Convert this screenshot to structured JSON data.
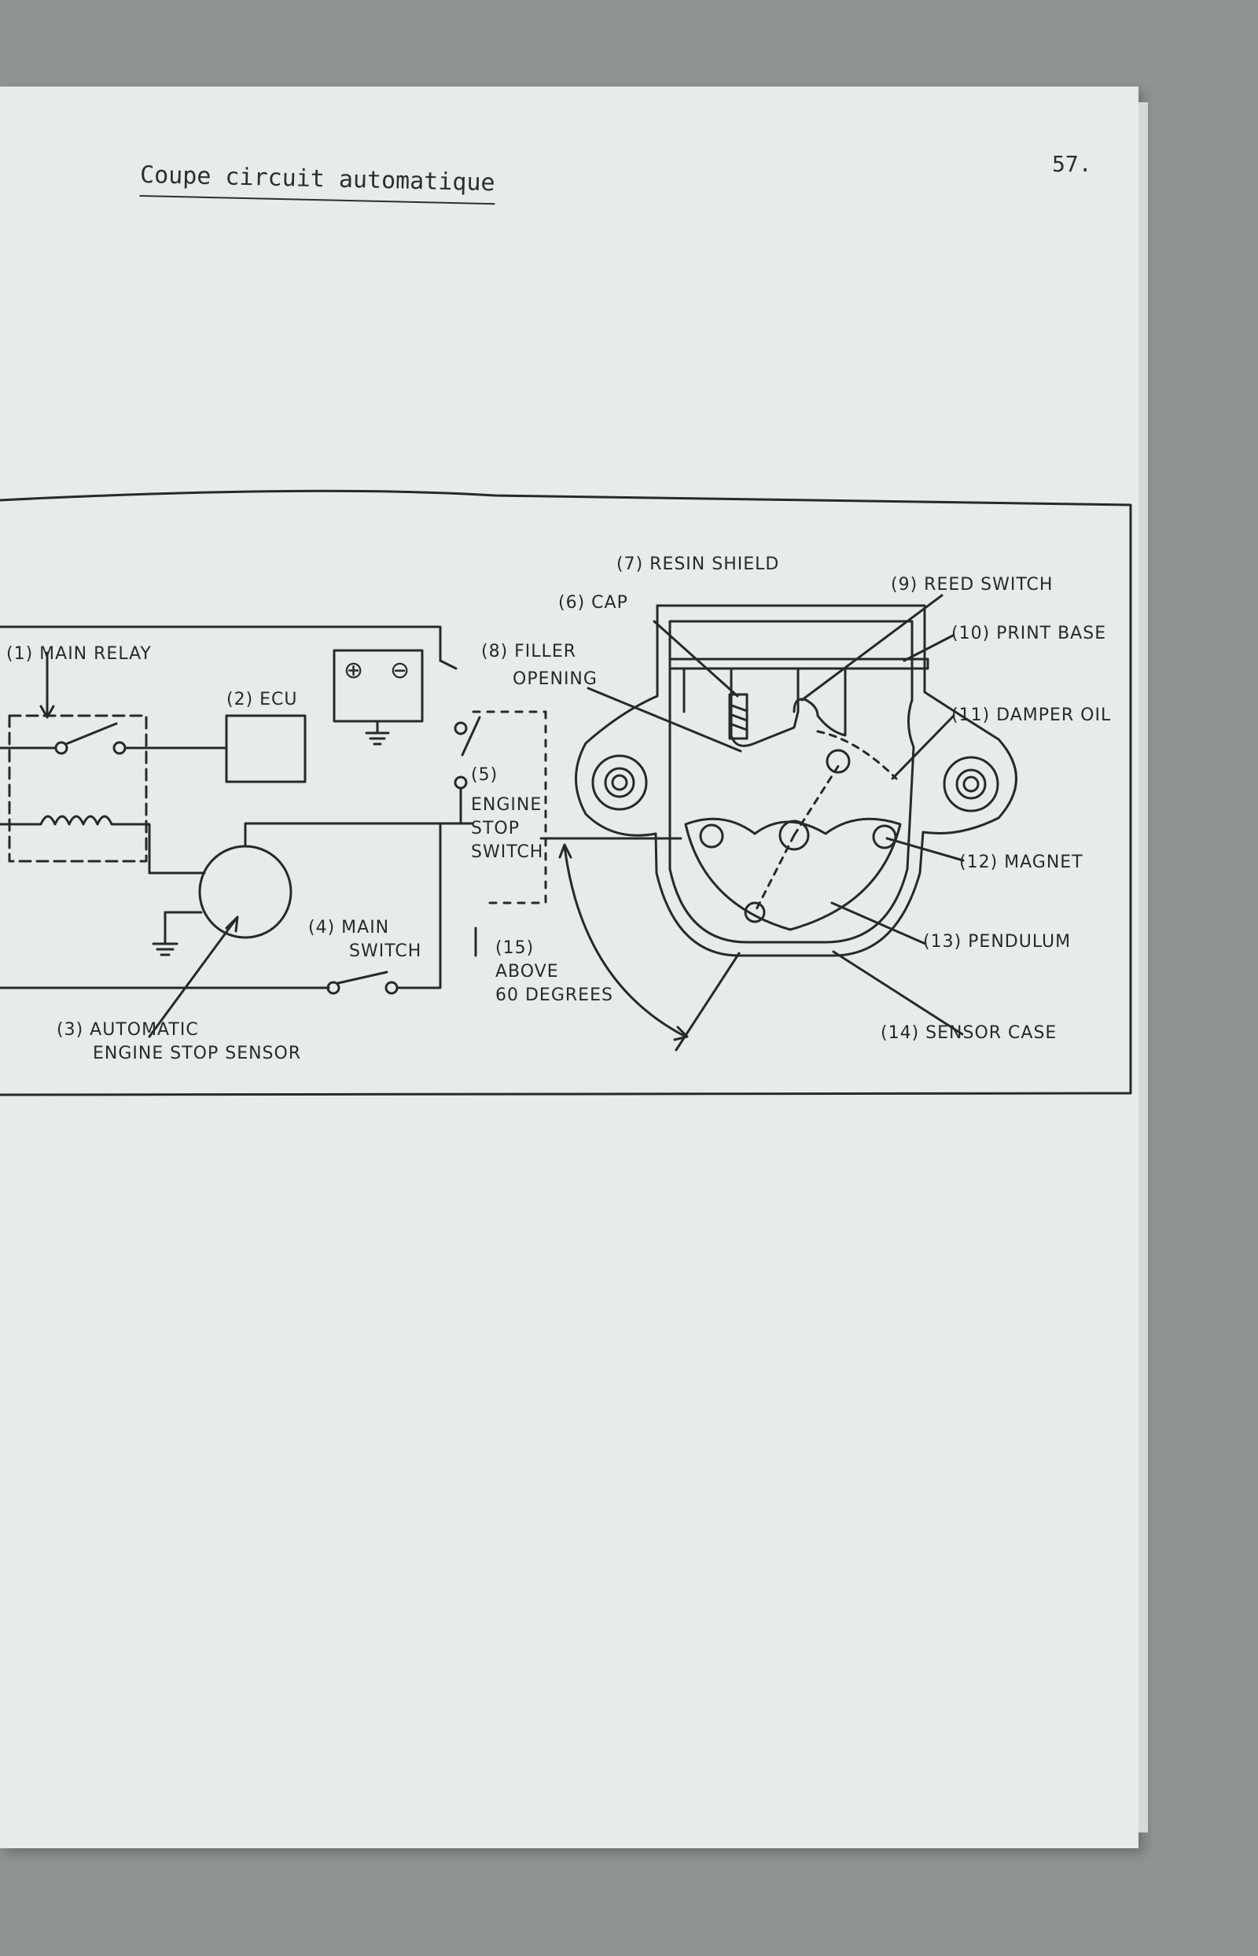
{
  "header": {
    "title": "Coupe circuit automatique",
    "page_number": "57."
  },
  "labels": {
    "main_relay": "(1) MAIN RELAY",
    "ecu": "(2) ECU",
    "sensor_1": "(3)  AUTOMATIC",
    "sensor_2": "ENGINE STOP SENSOR",
    "main_switch_1": "(4)  MAIN",
    "main_switch_2": "SWITCH",
    "engine_stop_1": "(5)",
    "engine_stop_2": "ENGINE",
    "engine_stop_3": "STOP",
    "engine_stop_4": "SWITCH",
    "cap": "(6) CAP",
    "resin_shield": "(7) RESIN SHIELD",
    "filler_1": "(8) FILLER",
    "filler_2": "OPENING",
    "reed_switch": "(9) REED SWITCH",
    "print_base": "(10)  PRINT BASE",
    "damper_oil": "(11)  DAMPER OIL",
    "magnet": "(12) MAGNET",
    "pendulum": "(13) PENDULUM",
    "sensor_case": "(14) SENSOR CASE",
    "angle_1": "(15)",
    "angle_2": "ABOVE",
    "angle_3": "60 DEGREES"
  },
  "symbols": {
    "battery_positive": "⊕",
    "battery_negative": "⊖"
  }
}
